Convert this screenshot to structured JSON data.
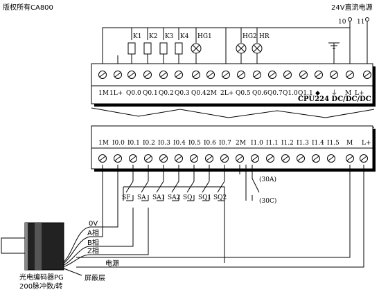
{
  "watermark": "版权所有CA800",
  "power_supply": {
    "label": "24V直流电源",
    "terminal_10": "10",
    "terminal_11": "11"
  },
  "outputs": {
    "loads": [
      "K1",
      "K2",
      "K3",
      "K4",
      "HG1",
      "HG2",
      "HR"
    ],
    "terminals": [
      "1M",
      "1L+",
      "Q0.0",
      "Q0.1",
      "Q0.2",
      "Q0.3",
      "Q0.4",
      "2M",
      "2L+",
      "Q0.5",
      "Q0.6",
      "Q0.7",
      "Q1.0",
      "Q1.1",
      "◆",
      "⏚",
      "M",
      "L+",
      "DC"
    ]
  },
  "plc_model": "CPU224 DC/DC/DC",
  "inputs": {
    "terminals": [
      "1M",
      "I0.0",
      "I0.1",
      "I0.2",
      "I0.3",
      "I0.4",
      "I0.5",
      "I0.6",
      "I0.7",
      "2M",
      "I1.0",
      "I1.1",
      "I1.2",
      "I1.3",
      "I1.4",
      "I1.5",
      "M",
      "L+"
    ],
    "switches": [
      "SF",
      "SA",
      "SA1",
      "SA2",
      "SQ",
      "SQ1",
      "SQ2"
    ],
    "contact_30A": "(30A)",
    "contact_30C": "(30C)"
  },
  "encoder": {
    "wires": [
      "0V",
      "A相",
      "B相",
      "Z相"
    ],
    "power_label": "电源",
    "shield_label": "屏蔽层",
    "name": "光电编码器PG",
    "spec": "200脉冲数/转"
  }
}
